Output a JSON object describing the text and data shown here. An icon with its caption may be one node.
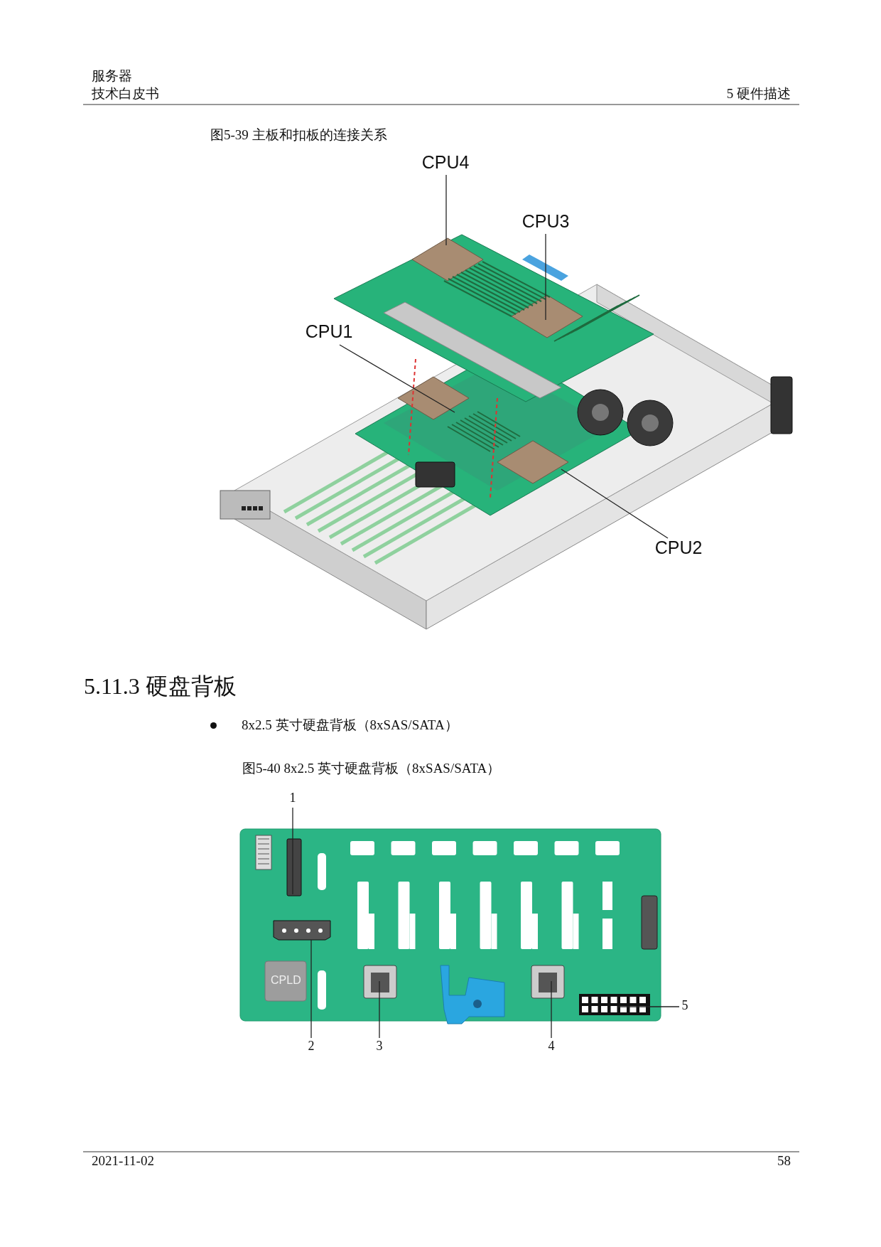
{
  "diagram": {
    "nodes": [
      {
        "text": [
          "CPU4"
        ]
      },
      {
        "text": [
          "CPU3"
        ]
      },
      {
        "text": [
          "CPU1"
        ]
      },
      {
        "text": [
          "CPU2"
        ]
      },
      {
        "text": [
          "1"
        ]
      },
      {
        "text": [
          "2"
        ]
      },
      {
        "text": [
          "3"
        ]
      },
      {
        "text": [
          "4"
        ]
      },
      {
        "text": [
          "5"
        ]
      }
    ],
    "edges": [
      {
        "from": 0,
        "to": null,
        "arrow": "none"
      },
      {
        "from": 1,
        "to": null,
        "arrow": "none"
      },
      {
        "from": 2,
        "to": null,
        "arrow": "none"
      },
      {
        "from": 3,
        "to": null,
        "arrow": "none"
      },
      {
        "from": 4,
        "to": null,
        "arrow": "none"
      },
      {
        "from": 5,
        "to": null,
        "arrow": "none"
      },
      {
        "from": 6,
        "to": null,
        "arrow": "none"
      },
      {
        "from": 7,
        "to": null,
        "arrow": "none"
      },
      {
        "from": 8,
        "to": null,
        "arrow": "none"
      }
    ],
    "labels": [
      "服务器",
      "技术白皮书",
      "5 硬件描述",
      "图5-39 主板和扣板的连接关系",
      "5.11.3 硬盘背板",
      "8x2.5 英寸硬盘背板（8xSAS/SATA）",
      "图5-40 8x2.5 英寸硬盘背板（8xSAS/SATA）",
      "CPLD",
      "2021-11-02",
      "58"
    ]
  }
}
